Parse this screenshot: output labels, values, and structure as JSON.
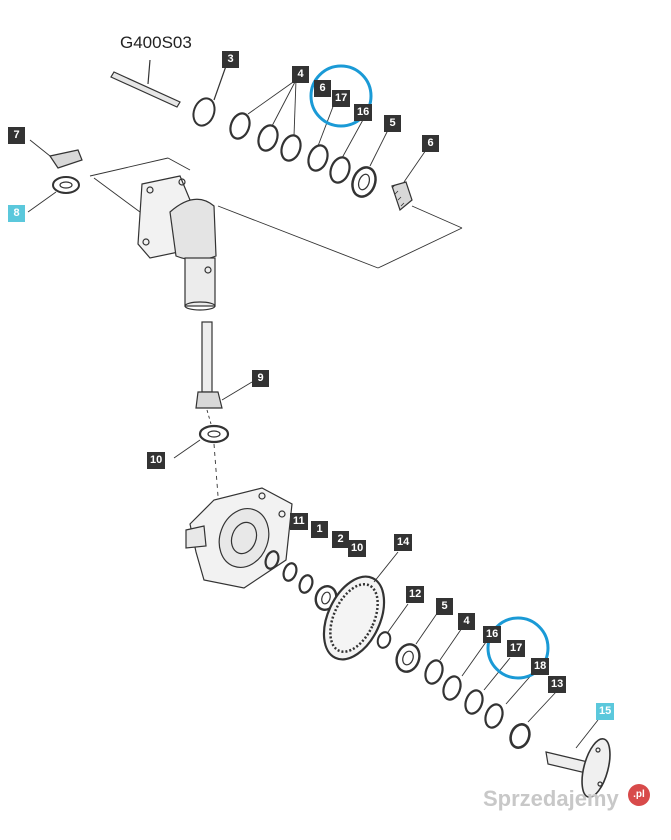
{
  "diagram": {
    "code": "G400S03",
    "callouts": {
      "c3": "3",
      "c4a": "4",
      "c6a": "6",
      "c17a": "17",
      "c16a": "16",
      "c5a": "5",
      "c6b": "6",
      "c7": "7",
      "c8": "8",
      "c9": "9",
      "c10a": "10",
      "c11": "11",
      "c1": "1",
      "c2": "2",
      "c10b": "10",
      "c14": "14",
      "c12": "12",
      "c5b": "5",
      "c4b": "4",
      "c16b": "16",
      "c17b": "17",
      "c18": "18",
      "c13": "13",
      "c15": "15"
    },
    "highlight_color": "#5bc8dc",
    "circle_color": "#1a9ad6"
  },
  "watermark": {
    "text": "Sprzedajemy",
    "badge": ".pl"
  }
}
